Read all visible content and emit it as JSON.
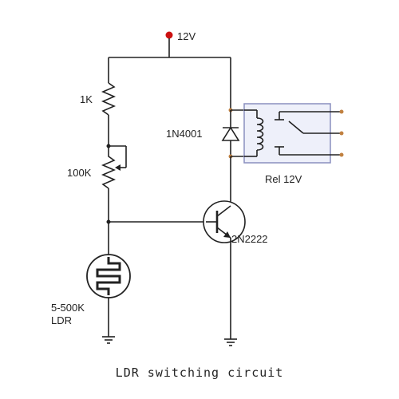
{
  "supply": {
    "label": "12V"
  },
  "components": {
    "r1": {
      "label": "1K"
    },
    "pot": {
      "label": "100K"
    },
    "ldr": {
      "label_line1": "5-500K",
      "label_line2": "LDR"
    },
    "diode": {
      "label": "1N4001"
    },
    "relay": {
      "label": "Rel 12V"
    },
    "transistor": {
      "label": "2N2222"
    }
  },
  "caption": "LDR switching circuit",
  "colors": {
    "wire": "#222222",
    "relay_fill": "#eef0fa",
    "relay_border": "#8a8fbf",
    "terminal": "#c08040",
    "supply_dot": "#cc1111"
  }
}
